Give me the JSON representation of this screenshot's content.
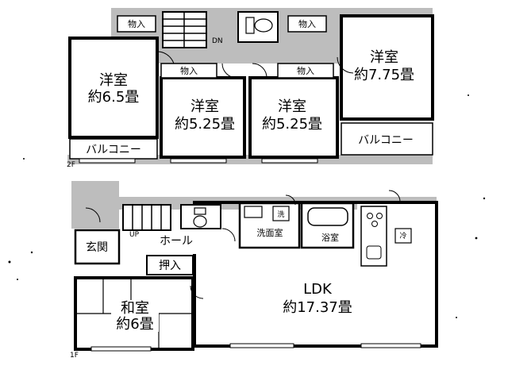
{
  "second_floor": {
    "storage_labels": [
      "物入",
      "物入",
      "物入",
      "物入"
    ],
    "room_nw": {
      "name": "洋室",
      "area": "約6.5畳"
    },
    "room_mid_left": {
      "name": "洋室",
      "area": "約5.25畳"
    },
    "room_mid_right": {
      "name": "洋室",
      "area": "約5.25畳"
    },
    "room_ne": {
      "name": "洋室",
      "area": "約7.75畳"
    },
    "balcony_left": "バルコニー",
    "balcony_right": "バルコニー",
    "stair_mark": "DN",
    "floor_mark": "2F"
  },
  "first_floor": {
    "entrance": "玄関",
    "hall": "ホール",
    "stair_mark": "UP",
    "closet": "押入",
    "washroom": "洗面室",
    "washer_mark": "洗",
    "bath": "浴室",
    "fridge_mark": "冷",
    "japanese_room": {
      "name": "和室",
      "area": "約6畳"
    },
    "ldk": {
      "name": "LDK",
      "area": "約17.37畳"
    },
    "floor_mark": "1F"
  }
}
